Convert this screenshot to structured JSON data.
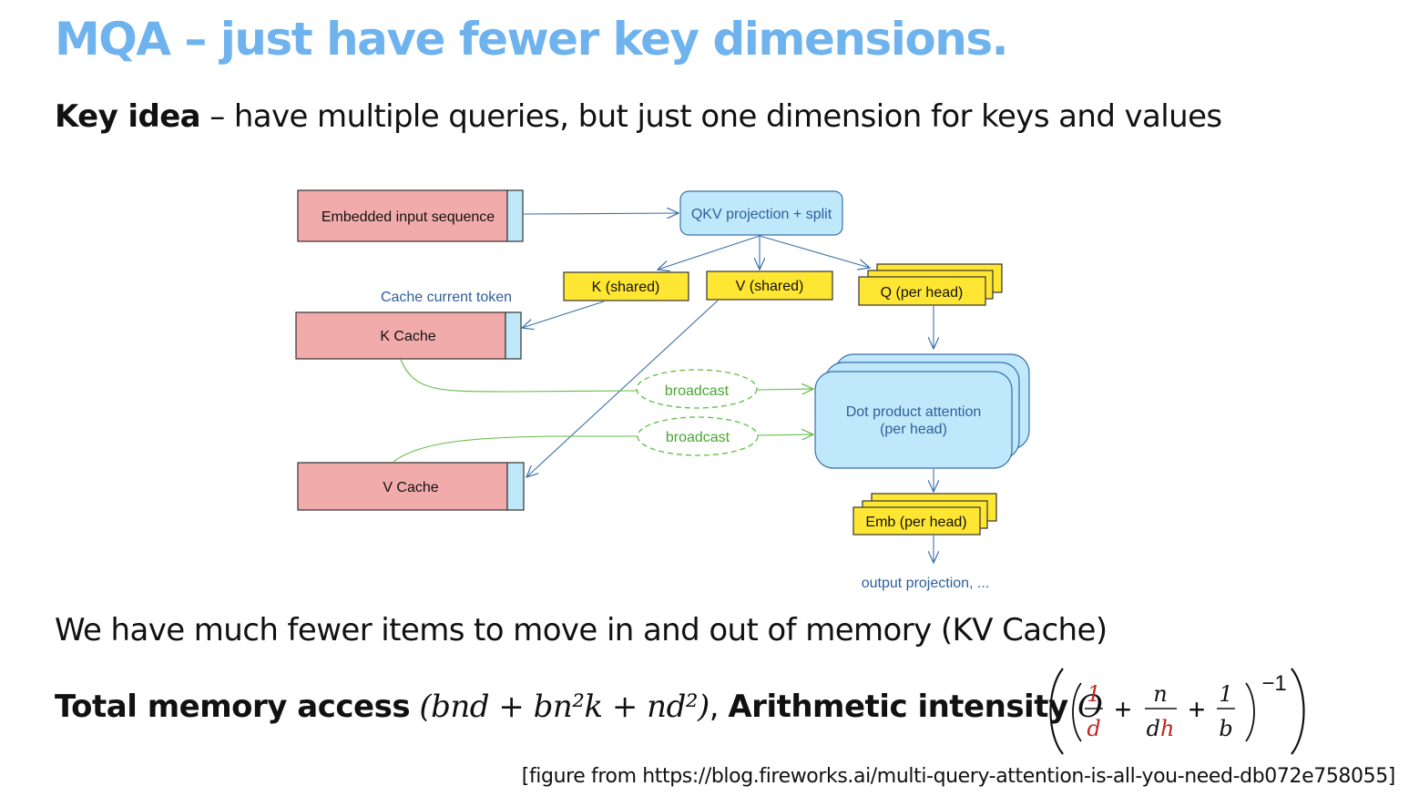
{
  "slide": {
    "title": "MQA – just have fewer key dimensions.",
    "key_idea_label": "Key idea",
    "key_idea_text": " – have multiple queries, but just one dimension for keys and values",
    "fewer_items_text": "We have much fewer items to move in and out of memory (KV Cache)",
    "total_label": "Total memory access",
    "total_formula": "(bnd + bn²k + nd²)",
    "comma": ", ",
    "intensity_label": "Arithmetic intensity",
    "intensity_O": "O",
    "citation": "[figure from https://blog.fireworks.ai/multi-query-attention-is-all-you-need-db072e758055]"
  },
  "formula": {
    "f1_num": "1",
    "f1_den": "d",
    "f2_num": "n",
    "f2_den_d": "d",
    "f2_den_h": "h",
    "f3_num": "1",
    "f3_den": "b",
    "plus": "+",
    "exponent": "−1",
    "highlight_color": "#c0261f"
  },
  "diagram": {
    "embedded_input": "Embedded input sequence",
    "qkv": "QKV projection + split",
    "k_shared": "K (shared)",
    "v_shared": "V (shared)",
    "q_per_head": "Q (per head)",
    "cache_current_token": "Cache current token",
    "k_cache": "K Cache",
    "v_cache": "V Cache",
    "broadcast_1": "broadcast",
    "broadcast_2": "broadcast",
    "dot_product_1": "Dot product attention",
    "dot_product_2": "(per head)",
    "emb_per_head": "Emb (per head)",
    "output_projection": "output projection, ...",
    "colors": {
      "red_box": "#f2abab",
      "blue_box": "#bfe8fb",
      "yellow_box": "#ffe633",
      "arrow_blue": "#3a6fa8",
      "arrow_green": "#5fbd43",
      "text_blue": "#2f5f9a",
      "text_green": "#4aa534"
    }
  }
}
